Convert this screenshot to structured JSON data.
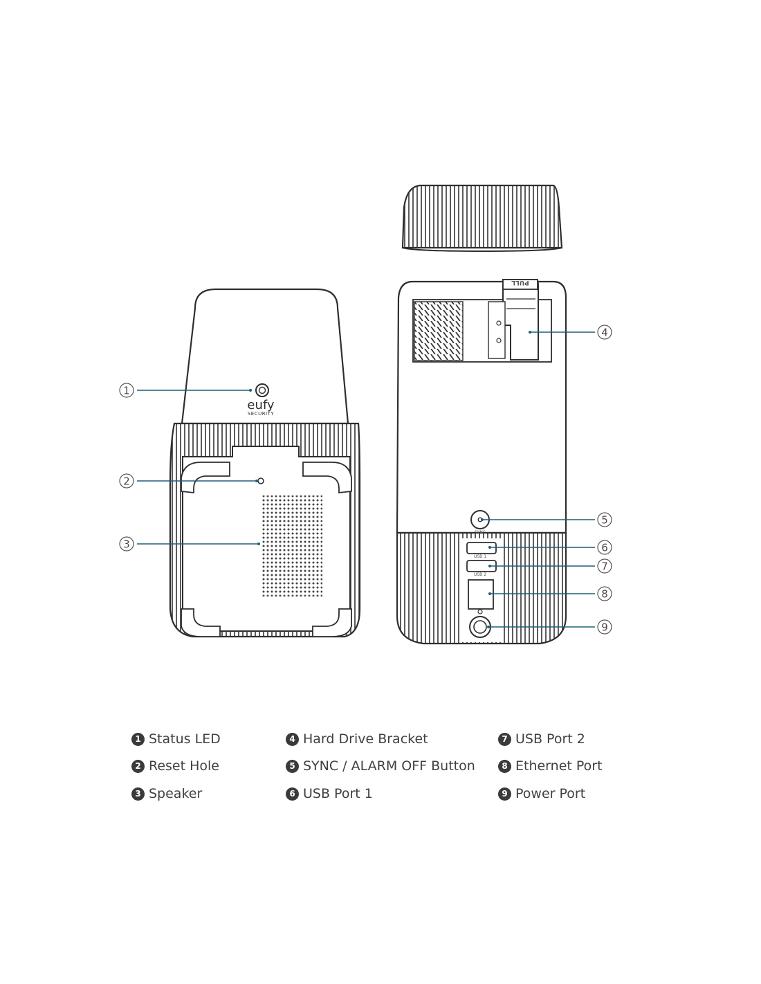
{
  "callouts": [
    {
      "num": "1",
      "label": "Status LED"
    },
    {
      "num": "2",
      "label": "Reset Hole"
    },
    {
      "num": "3",
      "label": "Speaker"
    },
    {
      "num": "4",
      "label": "Hard Drive Bracket"
    },
    {
      "num": "5",
      "label": "SYNC / ALARM OFF Button"
    },
    {
      "num": "6",
      "label": "USB Port 1"
    },
    {
      "num": "7",
      "label": "USB Port 2"
    },
    {
      "num": "8",
      "label": "Ethernet Port"
    },
    {
      "num": "9",
      "label": "Power Port"
    }
  ],
  "device_text": {
    "brand": "eufy",
    "brand_sub": "SECURITY",
    "pull_tab": "PULL",
    "sync_label": "SYNC",
    "usb1_label": "USB 1",
    "usb2_label": "USB 2"
  },
  "colors": {
    "leader_line": "#1d5f7a",
    "outline": "#2e2e2e",
    "legend_badge": "#3a3a3a"
  }
}
